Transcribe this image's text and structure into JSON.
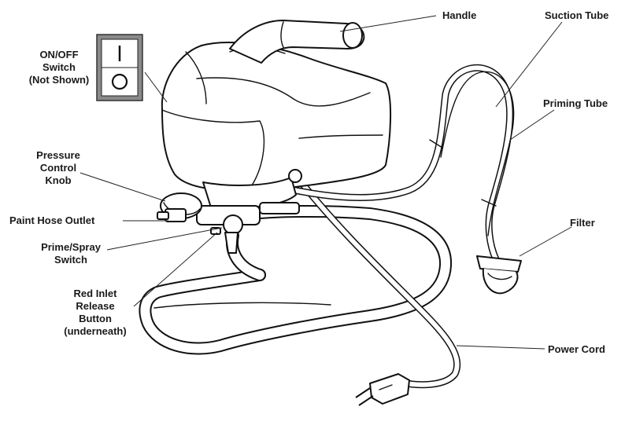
{
  "labels": {
    "handle": "Handle",
    "suction_tube": "Suction Tube",
    "on_off_switch": [
      "ON/OFF",
      "Switch",
      "(Not Shown)"
    ],
    "priming_tube": "Priming Tube",
    "pressure_control_knob": [
      "Pressure",
      "Control",
      "Knob"
    ],
    "paint_hose_outlet": "Paint Hose Outlet",
    "filter": "Filter",
    "prime_spray_switch": [
      "Prime/Spray",
      "Switch"
    ],
    "red_inlet_release_button": [
      "Red Inlet",
      "Release",
      "Button",
      "(underneath)"
    ],
    "power_cord": "Power Cord"
  },
  "switch_symbols": {
    "on": "I",
    "off": "O"
  }
}
